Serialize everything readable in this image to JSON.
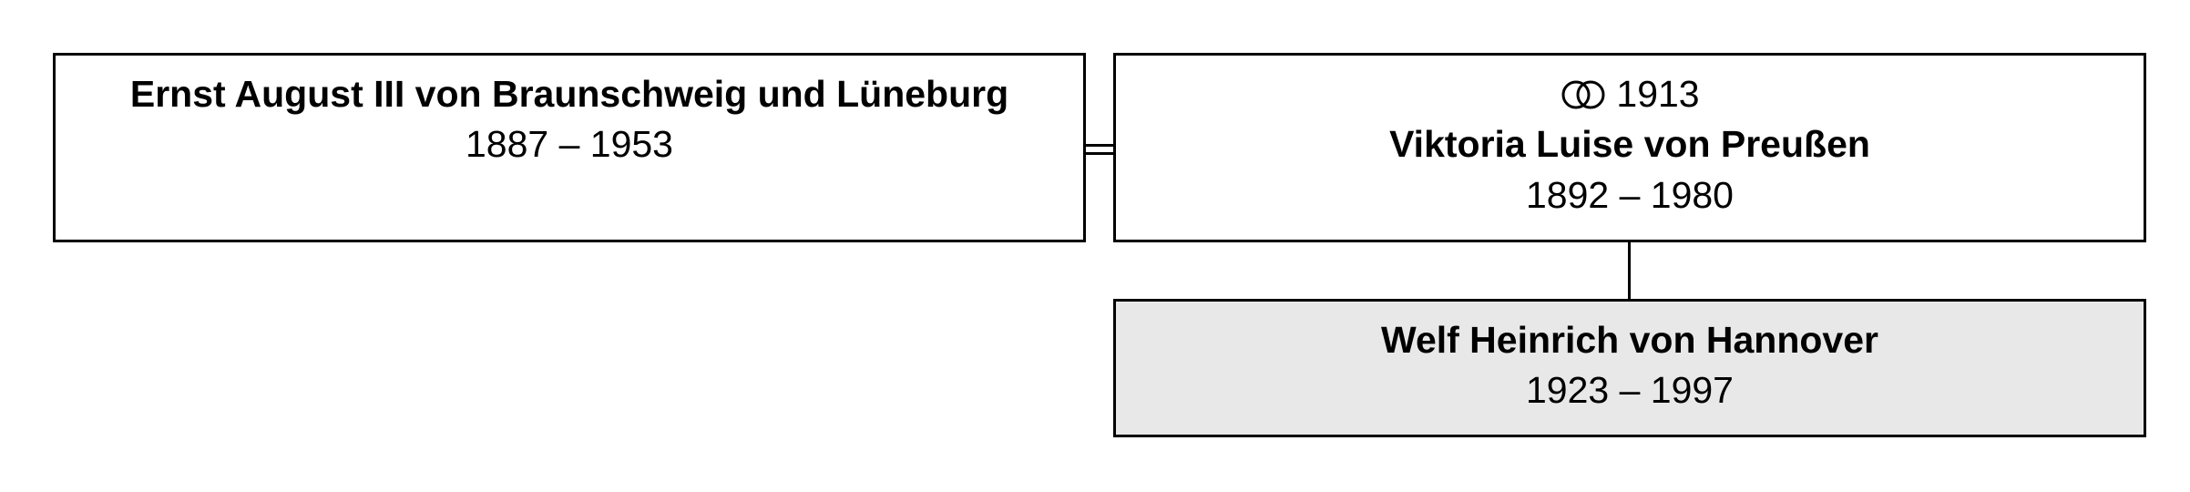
{
  "persons": {
    "husband": {
      "name": "Ernst August III von Braunschweig und Lüneburg",
      "dates": "1887 – 1953"
    },
    "wife": {
      "marriage_year": "1913",
      "name": "Viktoria Luise von Preußen",
      "dates": "1892 – 1980"
    },
    "child": {
      "name": "Welf Heinrich von Hannover",
      "dates": "1923 – 1997"
    }
  },
  "icons": {
    "marriage": "wedding-rings-icon"
  },
  "colors": {
    "border": "#000000",
    "highlight_fill": "#e8e8e8",
    "box_fill": "#ffffff"
  }
}
